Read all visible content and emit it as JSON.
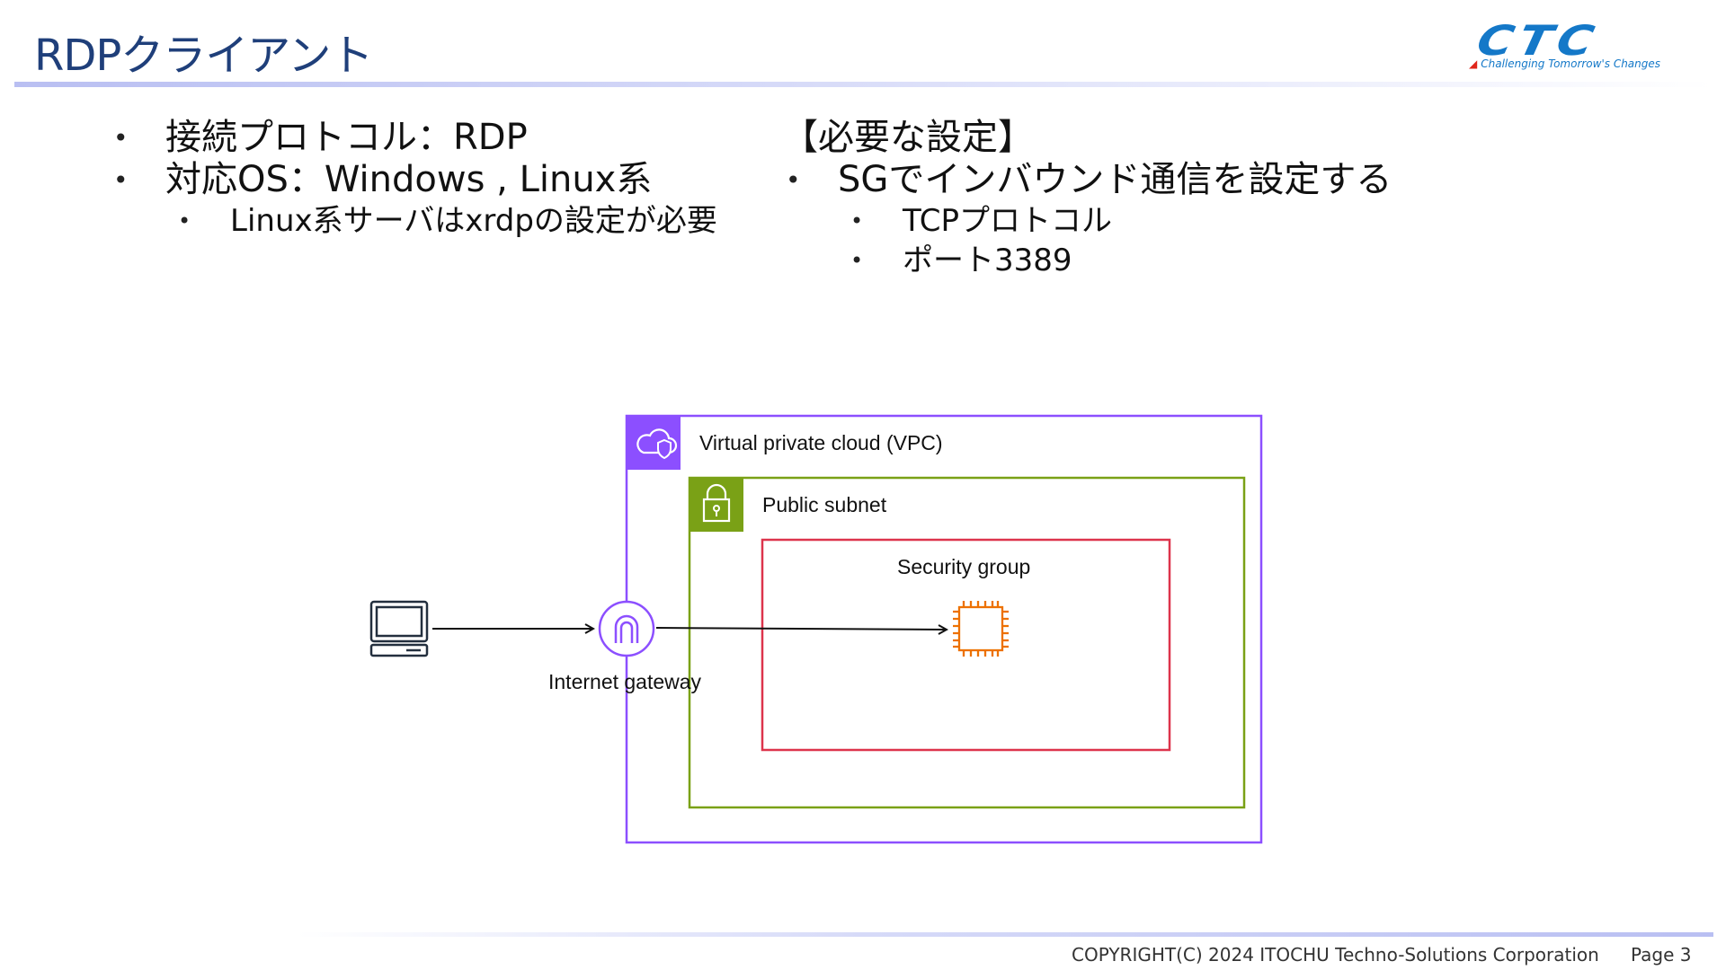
{
  "slide": {
    "title": "RDPクライアント"
  },
  "logo": {
    "name": "CTC",
    "tagline": "Challenging Tomorrow's Changes"
  },
  "left_bullets": {
    "protocol": "接続プロトコル：RDP",
    "os": "対応OS：Windows , Linux系",
    "linux_note": "Linux系サーバはxrdpの設定が必要"
  },
  "right_bullets": {
    "heading": "【必要な設定】",
    "sg": "SGでインバウンド通信を設定する",
    "tcp": "TCPプロトコル",
    "port": "ポート3389"
  },
  "diagram": {
    "vpc_label": "Virtual private cloud (VPC)",
    "subnet_label": "Public subnet",
    "sg_label": "Security group",
    "igw_label": "Internet gateway",
    "colors": {
      "vpc": "#8c4fff",
      "subnet": "#7aa116",
      "sg": "#dd344c",
      "ec2": "#ed7100",
      "client": "#232f3e"
    },
    "icons": [
      "client-computer-icon",
      "vpc-cloud-icon",
      "subnet-lock-icon",
      "internet-gateway-icon",
      "ec2-instance-icon"
    ]
  },
  "footer": {
    "copyright": "COPYRIGHT(C) 2024 ITOCHU Techno-Solutions Corporation",
    "page": "Page 3"
  }
}
